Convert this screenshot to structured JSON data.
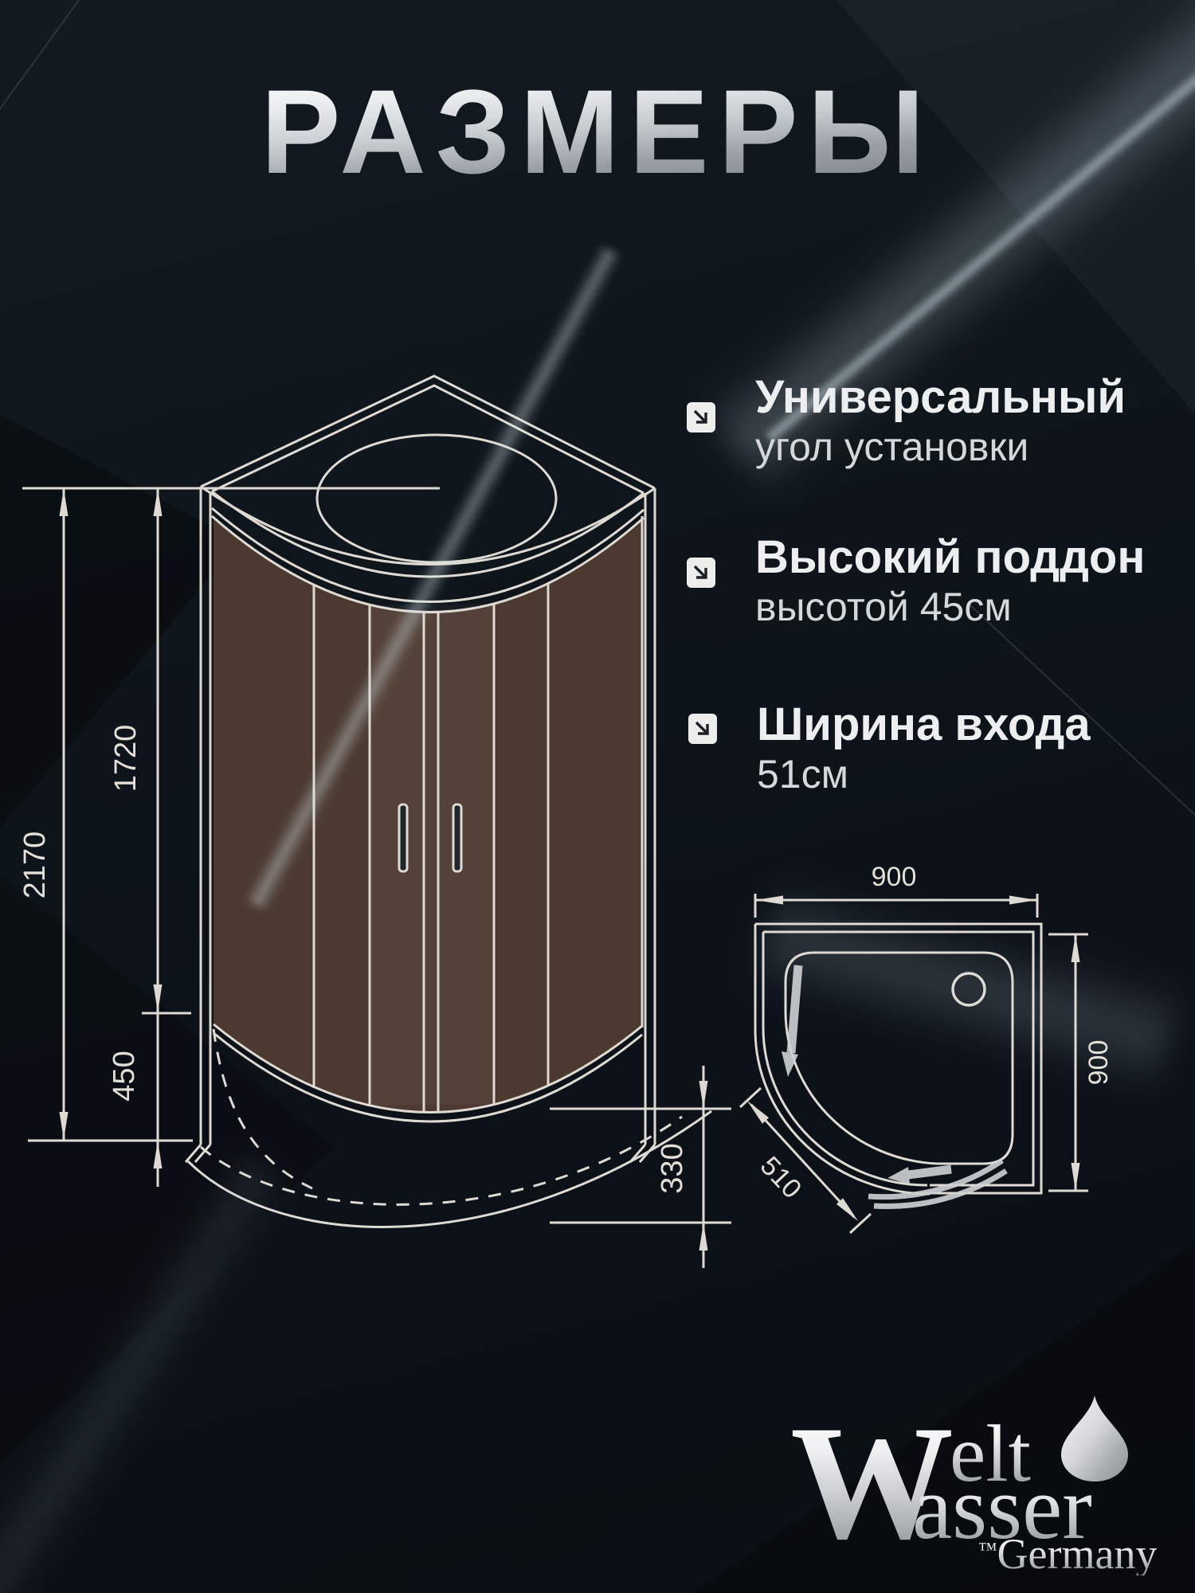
{
  "page": {
    "title": "РАЗМЕРЫ"
  },
  "features": [
    {
      "icon": "arrow-down-right-icon",
      "title": "Универсальный",
      "subtitle": "угол установки"
    },
    {
      "icon": "arrow-down-right-icon",
      "title": "Высокий поддон",
      "subtitle": "высотой 45см"
    },
    {
      "icon": "arrow-down-right-icon",
      "title": "Ширина входа",
      "subtitle": "51см"
    }
  ],
  "front_view": {
    "dim_total_height": "2170",
    "dim_glass_height": "1720",
    "dim_tray_height": "450",
    "dim_tray_depth": "330"
  },
  "top_view": {
    "dim_width": "900",
    "dim_depth": "900",
    "dim_entry": "510"
  },
  "logo": {
    "initial": "W",
    "top_text": "elt",
    "bottom_text": "asser",
    "trademark": "™",
    "country": "Germany"
  },
  "colors": {
    "background": "#0d1318",
    "drawing_line": "#dedad3",
    "glass": "#4c3a31",
    "feature_title": "#eceeef",
    "feature_subtitle": "#d5d8da",
    "silver_light": "#fdfefe",
    "silver_dark": "#8d9296"
  }
}
